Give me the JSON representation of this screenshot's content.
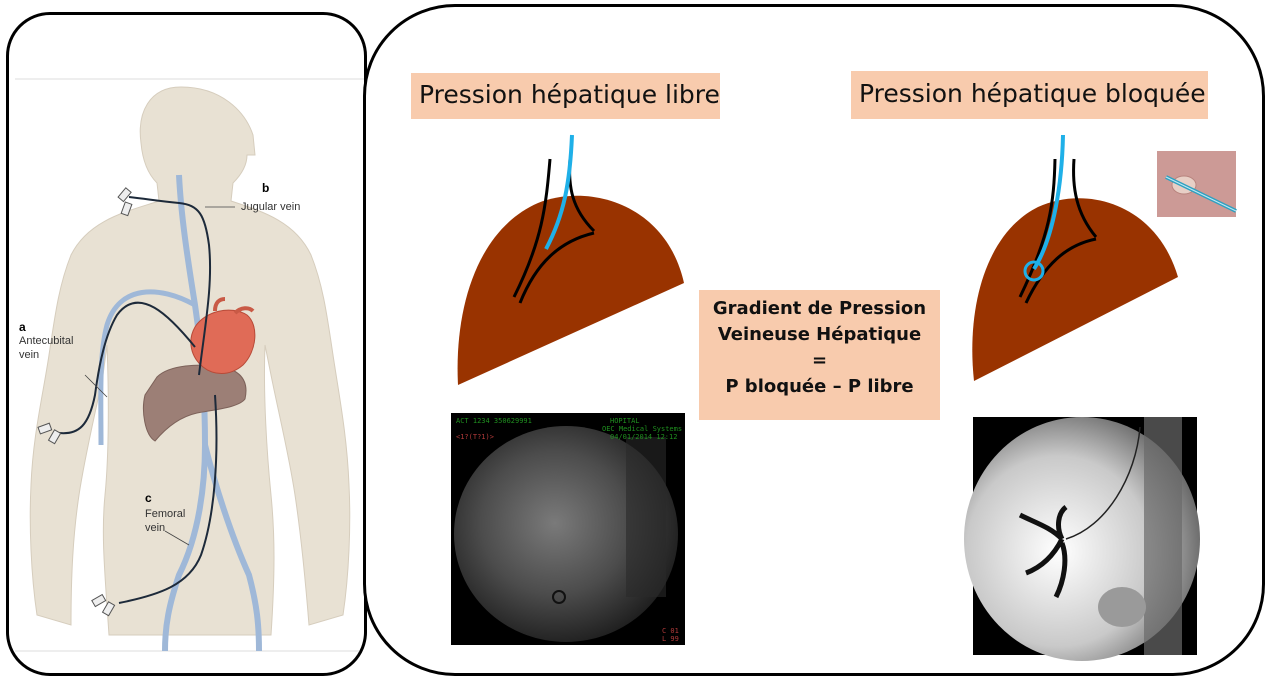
{
  "anatomy": {
    "label_a": "a",
    "label_a_text_1": "Antecubital",
    "label_a_text_2": "vein",
    "label_b": "b",
    "label_b_text": "Jugular vein",
    "label_c": "c",
    "label_c_text_1": "Femoral",
    "label_c_text_2": "vein"
  },
  "right": {
    "title_left": "Pression hépatique libre",
    "title_right": "Pression hépatique bloquée",
    "gradient": {
      "line1": "Gradient de Pression",
      "line2": "Veineuse Hépatique",
      "line3": "=",
      "line4": "P bloquée – P libre"
    }
  },
  "colors": {
    "liver": "#993300",
    "catheter": "#1fb0e8",
    "title_bg": "#f8cbad",
    "body_skin": "#e8e1d3",
    "vein": "#9fb8d8"
  }
}
